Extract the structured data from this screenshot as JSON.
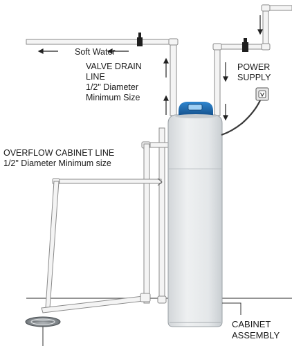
{
  "labels": {
    "soft_water": "Soft Water",
    "valve_drain_line_1": "VALVE DRAIN",
    "valve_drain_line_2": "LINE",
    "valve_drain_line_3": "1/2\" Diameter",
    "valve_drain_line_4": "Minimum Size",
    "power_supply_1": "POWER",
    "power_supply_2": "SUPPLY",
    "overflow_1": "OVERFLOW CABINET LINE",
    "overflow_2": "1/2\" Diameter Minimum size",
    "cabinet_1": "CABINET",
    "cabinet_2": "ASSEMBLY"
  },
  "colors": {
    "pipe_outline": "#8a8a8a",
    "pipe_fill": "#f4f4f4",
    "cabinet_body": "#dfe3e6",
    "control_head": "#1d6fb5",
    "arrow": "#222222",
    "valve": "#1e1e1e",
    "cable": "#3a3a3a"
  },
  "icons": [
    "arrow-icon",
    "valve-icon",
    "outlet-icon",
    "drain-grate-icon"
  ]
}
